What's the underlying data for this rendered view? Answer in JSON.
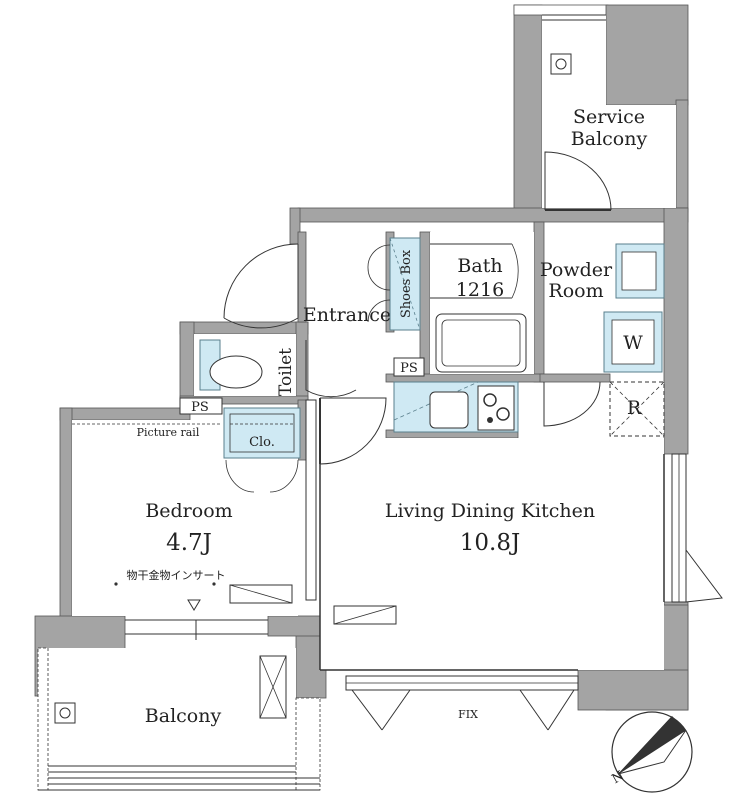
{
  "colors": {
    "wall": "#a4a4a4",
    "wall_dark": "#9a9a9a",
    "fixture": "#cfe9f3",
    "fixture_stroke": "#5a7f8c",
    "line": "#333333",
    "floor": "#ffffff"
  },
  "rooms": {
    "service_balcony_line1": "Service",
    "service_balcony_line2": "Balcony",
    "bath_line1": "Bath",
    "bath_line2": "1216",
    "powder_line1": "Powder",
    "powder_line2": "Room",
    "entrance": "Entrance",
    "shoes_box": "Shoes Box",
    "toilet": "Toilet",
    "ps_top": "PS",
    "ps_left": "PS",
    "picture_rail": "Picture rail",
    "closet": "Clo.",
    "washer": "W",
    "refrigerator": "R",
    "bedroom": "Bedroom",
    "bedroom_area": "4.7J",
    "drying_insert": "物干金物インサート",
    "ldk": "Living Dining Kitchen",
    "ldk_area": "10.8J",
    "balcony": "Balcony",
    "fix": "FIX"
  },
  "compass": {
    "north_label": "N",
    "icon": "north-arrow-icon"
  }
}
